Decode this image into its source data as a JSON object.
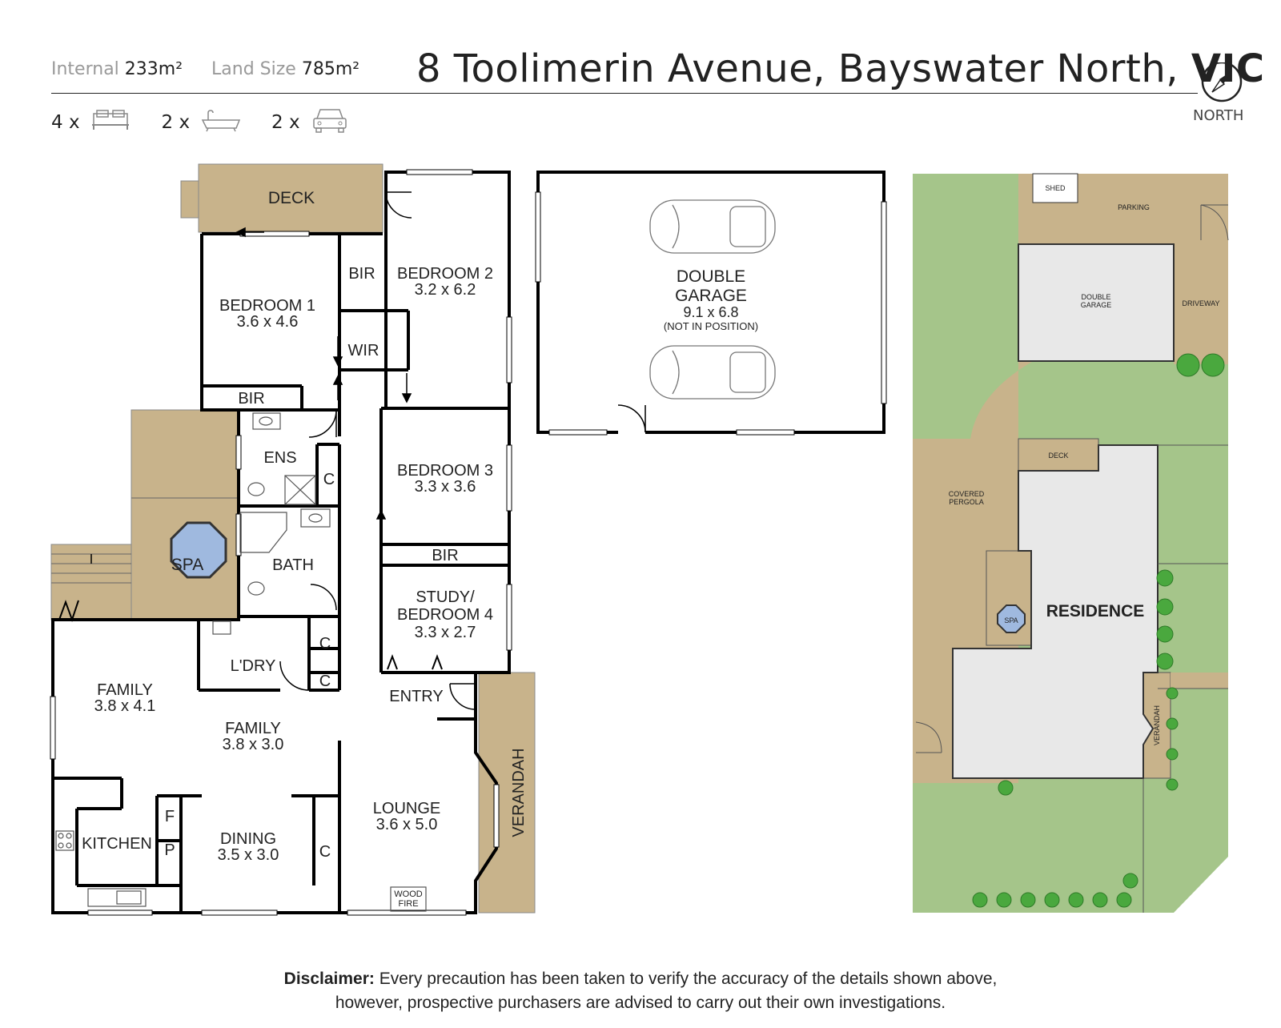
{
  "header": {
    "internal_label": "Internal",
    "internal_value": "233m²",
    "land_label": "Land Size",
    "land_value": "785m²",
    "address": "8 Toolimerin Avenue, Bayswater North,",
    "state": "VIC",
    "north_label": "NORTH",
    "bed_count": "4 x",
    "bath_count": "2 x",
    "car_count": "2 x"
  },
  "floor_plan": {
    "deck": "DECK",
    "bedroom1": {
      "name": "BEDROOM 1",
      "size": "3.6 x 4.6"
    },
    "bir_top": "BIR",
    "bedroom2": {
      "name": "BEDROOM 2",
      "size": "3.2 x 6.2"
    },
    "wir": "WIR",
    "bir_bed1": "BIR",
    "ens": "ENS",
    "cupboard_ens": "C",
    "bedroom3": {
      "name": "BEDROOM 3",
      "size": "3.3 x 3.6"
    },
    "spa": "SPA",
    "bath": "BATH",
    "bir_bed3": "BIR",
    "study": {
      "name1": "STUDY/",
      "name2": "BEDROOM 4",
      "size": "3.3 x 2.7"
    },
    "laundry": "L'DRY",
    "cupboard_l1": "C",
    "cupboard_l2": "C",
    "family1": {
      "name": "FAMILY",
      "size": "3.8 x 4.1"
    },
    "family2": {
      "name": "FAMILY",
      "size": "3.8 x 3.0"
    },
    "entry": "ENTRY",
    "verandah": "VERANDAH",
    "kitchen": "KITCHEN",
    "fridge": "F",
    "pantry": "P",
    "dining": {
      "name": "DINING",
      "size": "3.5 x 3.0"
    },
    "cupboard_dining": "C",
    "lounge": {
      "name": "LOUNGE",
      "size": "3.6 x 5.0"
    },
    "woodfire1": "WOOD",
    "woodfire2": "FIRE"
  },
  "garage_plan": {
    "name1": "DOUBLE",
    "name2": "GARAGE",
    "size": "9.1 x 6.8",
    "note": "(NOT IN POSITION)"
  },
  "site_plan": {
    "shed": "SHED",
    "parking": "PARKING",
    "garage1": "DOUBLE",
    "garage2": "GARAGE",
    "driveway": "DRIVEWAY",
    "deck": "DECK",
    "pergola1": "COVERED",
    "pergola2": "PERGOLA",
    "residence": "RESIDENCE",
    "spa": "SPA",
    "verandah": "VERANDAH"
  },
  "disclaimer": {
    "label": "Disclaimer:",
    "line1": " Every precaution has been taken to verify the accuracy of the details shown above,",
    "line2": "however, prospective purchasers are advised to carry out their own investigations."
  },
  "colors": {
    "outdoor": "#c8b38b",
    "spa_water": "#9fb9df",
    "lawn": "#a5c58a",
    "building": "#e8e8e8",
    "wall": "#000000",
    "tree": "#4aa83e"
  },
  "icons": [
    "bed-icon",
    "bath-icon",
    "car-icon",
    "compass-icon"
  ]
}
